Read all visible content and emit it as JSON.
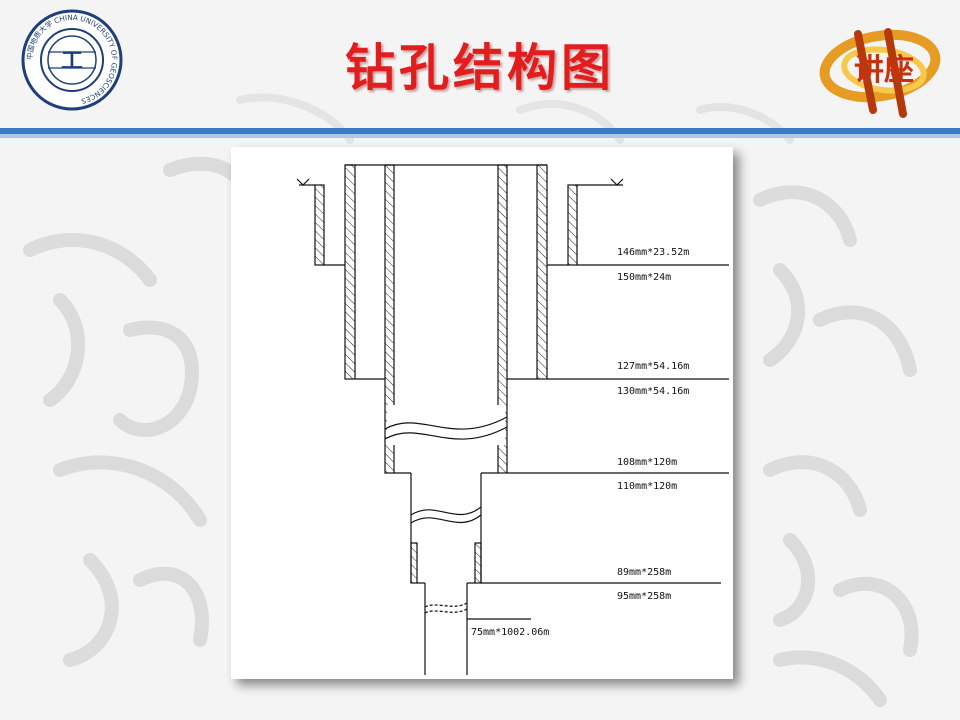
{
  "title": "钻孔结构图",
  "logo": {
    "ring_text": "中国地质大学 CHINA UNIVERSITY OF GEOSCIENCES",
    "mark": "工",
    "color": "#1f3f7a"
  },
  "badge": {
    "text": "讲座"
  },
  "colors": {
    "title": "#e21d1d",
    "rule_dark": "#3e79c8",
    "rule_light": "#a9c8ec"
  },
  "labels": [
    {
      "id": "casing-146",
      "text": "146mm*23.52m"
    },
    {
      "id": "hole-150",
      "text": "150mm*24m"
    },
    {
      "id": "casing-127",
      "text": "127mm*54.16m"
    },
    {
      "id": "hole-130",
      "text": "130mm*54.16m"
    },
    {
      "id": "casing-108",
      "text": "108mm*120m"
    },
    {
      "id": "hole-110",
      "text": "110mm*120m"
    },
    {
      "id": "casing-89",
      "text": "89mm*258m"
    },
    {
      "id": "hole-95",
      "text": "95mm*258m"
    },
    {
      "id": "hole-75",
      "text": "75mm*1002.06m"
    }
  ]
}
